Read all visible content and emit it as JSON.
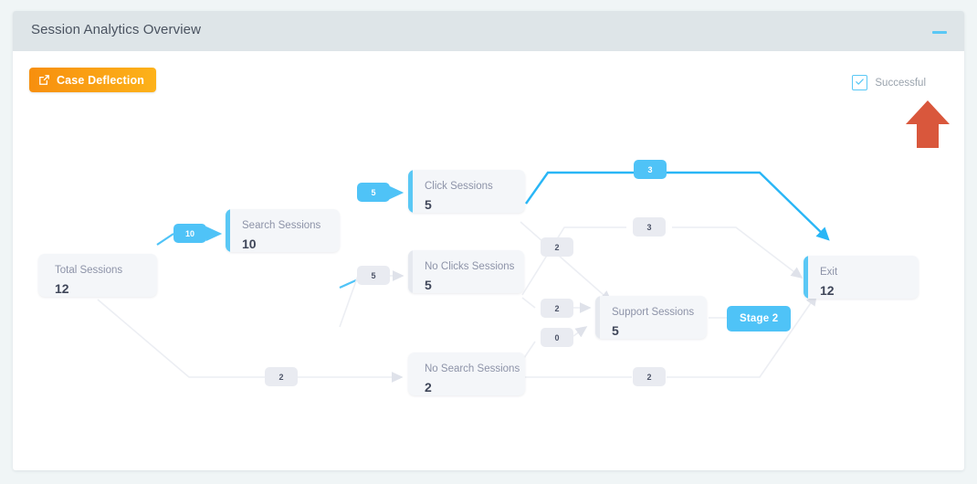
{
  "header": {
    "title": "Session Analytics Overview",
    "collapse_icon": "minus-icon"
  },
  "toolbar": {
    "deflection_label": "Case Deflection",
    "deflection_icon": "external-link-icon",
    "successful_label": "Successful",
    "successful_checked": true,
    "check_icon": "check-icon"
  },
  "colors": {
    "accent_blue": "#4fc3f7",
    "header_bg": "#dee5e8",
    "button_orange_start": "#f78f0e",
    "button_orange_end": "#fdb21a",
    "cursor_red": "#d9573c",
    "node_bg": "#f4f6f9",
    "edge_grey": "#e6e8ee"
  },
  "chart_data": {
    "type": "diagram",
    "title": "Session Analytics Overview",
    "nodes": [
      {
        "id": "total",
        "label": "Total Sessions",
        "value": "12",
        "accent": "none"
      },
      {
        "id": "search",
        "label": "Search Sessions",
        "value": "10",
        "accent": "blue"
      },
      {
        "id": "click",
        "label": "Click Sessions",
        "value": "5",
        "accent": "blue"
      },
      {
        "id": "noclicks",
        "label": "No Clicks Sessions",
        "value": "5",
        "accent": "grey"
      },
      {
        "id": "support",
        "label": "Support Sessions",
        "value": "5",
        "accent": "grey"
      },
      {
        "id": "nosearch",
        "label": "No Search Sessions",
        "value": "2",
        "accent": "none"
      },
      {
        "id": "exit",
        "label": "Exit",
        "value": "12",
        "accent": "blue"
      }
    ],
    "edges": [
      {
        "from": "total",
        "to": "search",
        "value": "10",
        "highlight": true
      },
      {
        "from": "total",
        "to": "nosearch",
        "value": "2",
        "highlight": false
      },
      {
        "from": "search",
        "to": "click",
        "value": "5",
        "highlight": true
      },
      {
        "from": "search",
        "to": "noclicks",
        "value": "5",
        "highlight": false
      },
      {
        "from": "click",
        "to": "exit",
        "value": "3",
        "highlight": true
      },
      {
        "from": "click",
        "to": "support",
        "value": "2",
        "highlight": false
      },
      {
        "from": "noclicks",
        "to": "exit",
        "value": "3",
        "highlight": false
      },
      {
        "from": "noclicks",
        "to": "support",
        "value": "2",
        "highlight": false
      },
      {
        "from": "nosearch",
        "to": "support",
        "value": "0",
        "highlight": false
      },
      {
        "from": "nosearch",
        "to": "exit",
        "value": "2",
        "highlight": false
      }
    ],
    "stage_marker": "Stage 2"
  }
}
